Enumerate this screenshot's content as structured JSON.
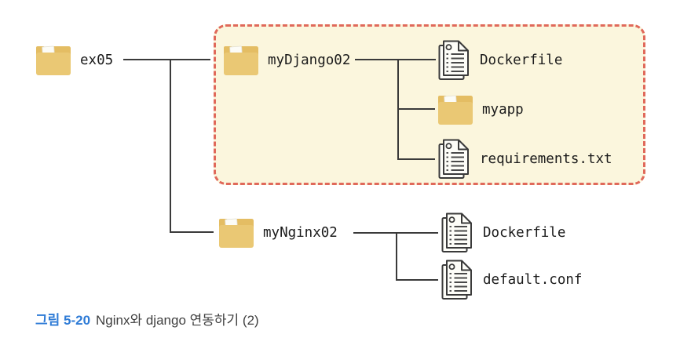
{
  "figure": {
    "caption_label": "그림 5-20",
    "caption_text": "Nginx와 django 연동하기 (2)"
  },
  "tree": {
    "root": {
      "name": "ex05",
      "type": "folder",
      "icon": "folder-icon"
    },
    "django_group": {
      "highlighted": true,
      "parent": {
        "name": "myDjango02",
        "type": "folder",
        "icon": "folder-icon"
      },
      "children": [
        {
          "name": "Dockerfile",
          "type": "file",
          "icon": "document-icon"
        },
        {
          "name": "myapp",
          "type": "folder",
          "icon": "folder-icon"
        },
        {
          "name": "requirements.txt",
          "type": "file",
          "icon": "document-icon"
        }
      ]
    },
    "nginx_group": {
      "highlighted": false,
      "parent": {
        "name": "myNginx02",
        "type": "folder",
        "icon": "folder-icon"
      },
      "children": [
        {
          "name": "Dockerfile",
          "type": "file",
          "icon": "document-icon"
        },
        {
          "name": "default.conf",
          "type": "file",
          "icon": "document-icon"
        }
      ]
    }
  },
  "colors": {
    "highlight_border": "#e0695a",
    "highlight_background": "#fbf6dd",
    "folder_fill": "#eac874",
    "connector_line": "#3a3a3a",
    "caption_accent": "#2e7bd6",
    "label_text": "#1b1b1b"
  }
}
